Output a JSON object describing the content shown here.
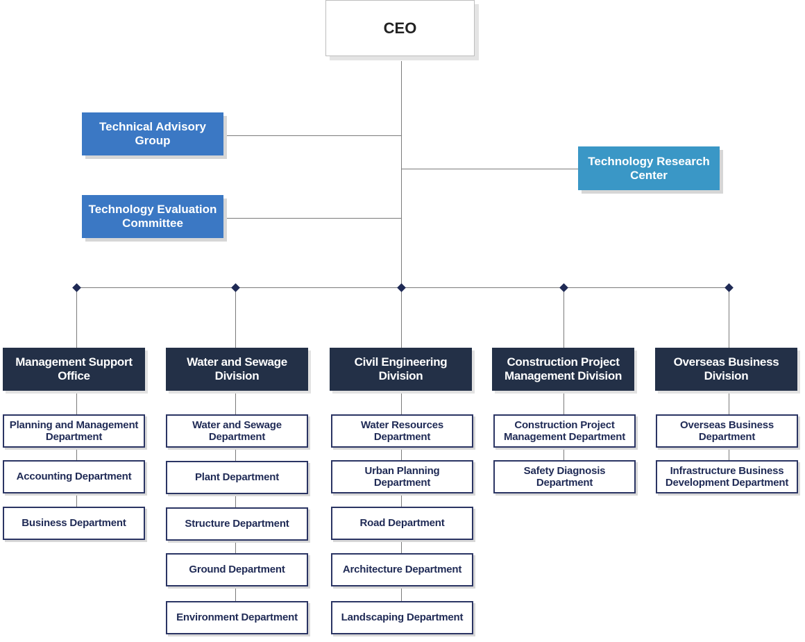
{
  "ceo": "CEO",
  "advisory": [
    "Technical Advisory Group",
    "Technology Evaluation Committee",
    "Technology Research Center"
  ],
  "divisions": [
    {
      "name": "Management Support Office",
      "departments": [
        "Planning and Management Department",
        "Accounting Department",
        "Business Department"
      ]
    },
    {
      "name": "Water and Sewage Division",
      "departments": [
        "Water and Sewage Department",
        "Plant Department",
        "Structure Department",
        "Ground Department",
        "Environment Department"
      ]
    },
    {
      "name": "Civil Engineering Division",
      "departments": [
        "Water Resources Department",
        "Urban Planning Department",
        "Road Department",
        "Architecture Department",
        "Landscaping Department"
      ]
    },
    {
      "name": "Construction Project Management Division",
      "departments": [
        "Construction Project Management Department",
        "Safety Diagnosis Department"
      ]
    },
    {
      "name": "Overseas Business Division",
      "departments": [
        "Overseas Business Department",
        "Infrastructure Business Development Department"
      ]
    }
  ],
  "colors": {
    "advisory_blue": "#3b78c4",
    "research_teal": "#3a97c6",
    "division_navy": "#233047",
    "department_border": "#2a3463",
    "connector": "#7a7a7a"
  }
}
